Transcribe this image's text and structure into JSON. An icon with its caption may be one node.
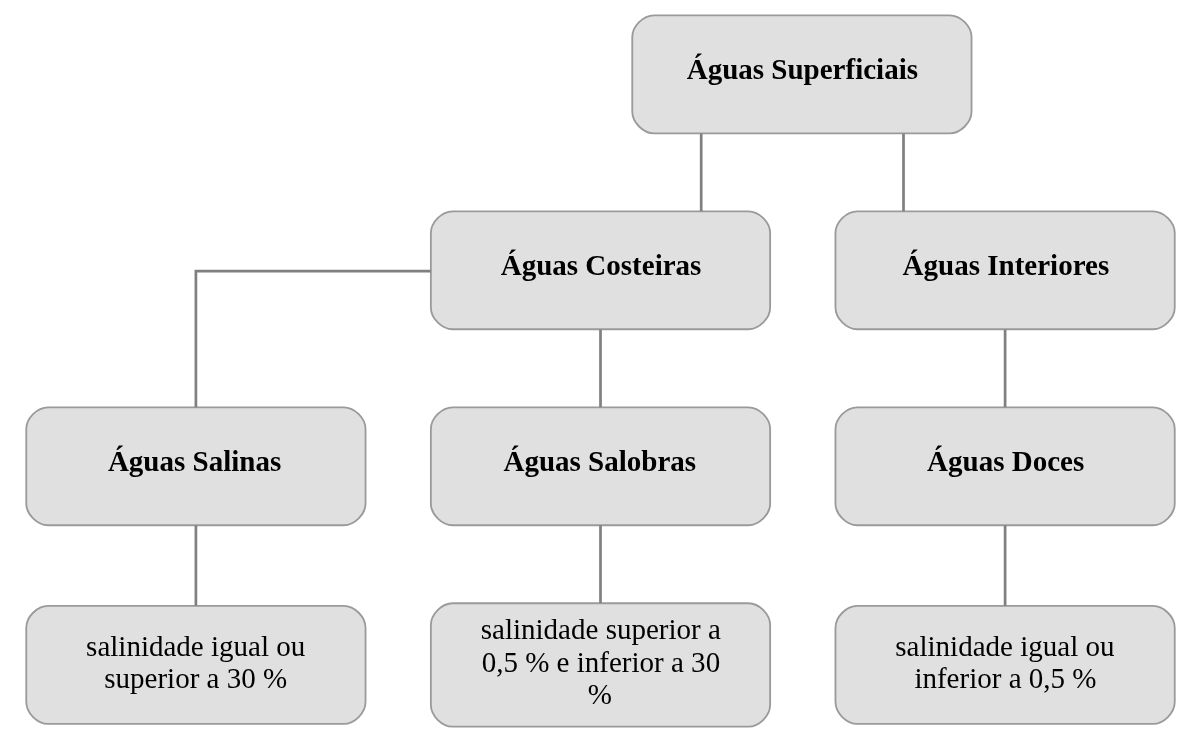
{
  "diagram": {
    "nodes": [
      {
        "text": [
          "Águas Superficiais"
        ]
      },
      {
        "text": [
          "Águas Costeiras"
        ]
      },
      {
        "text": [
          "Águas Interiores"
        ]
      },
      {
        "text": [
          "Águas Salinas"
        ]
      },
      {
        "text": [
          "Águas Salobras"
        ]
      },
      {
        "text": [
          "Águas Doces"
        ]
      },
      {
        "text": [
          "salinidade igual ou superior a 30 %"
        ]
      },
      {
        "text": [
          "salinidade superior a 0,5 % e inferior a 30 %"
        ]
      },
      {
        "text": [
          "salinidade igual ou inferior a 0,5 %"
        ]
      }
    ],
    "edges": [
      {
        "from": 0,
        "to": 1,
        "arrow": "none"
      },
      {
        "from": 0,
        "to": 2,
        "arrow": "none"
      },
      {
        "from": 1,
        "to": 3,
        "arrow": "none"
      },
      {
        "from": 1,
        "to": 4,
        "arrow": "none"
      },
      {
        "from": 2,
        "to": 5,
        "arrow": "none"
      },
      {
        "from": 3,
        "to": 6,
        "arrow": "none"
      },
      {
        "from": 4,
        "to": 7,
        "arrow": "none"
      },
      {
        "from": 5,
        "to": 8,
        "arrow": "none"
      }
    ]
  }
}
